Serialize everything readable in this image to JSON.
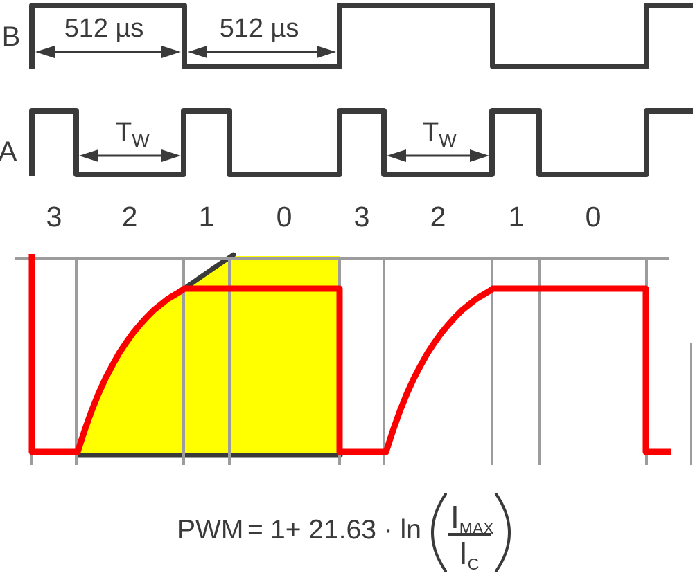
{
  "colors": {
    "trace": "#3a3a3a",
    "grid": "#9c9c9c",
    "curve_red": "#fb0000",
    "area_yellow": "#ffff00"
  },
  "signal_b": {
    "label": "B",
    "period_labels": [
      "512 µs",
      "512 µs"
    ]
  },
  "signal_a": {
    "label": "A",
    "pulse_width_labels": [
      {
        "base": "T",
        "sub": "W"
      },
      {
        "base": "T",
        "sub": "W"
      }
    ]
  },
  "pwm_counter": {
    "values": [
      "3",
      "2",
      "1",
      "0",
      "3",
      "2",
      "1",
      "0"
    ]
  },
  "formula": {
    "lhs": "PWM",
    "equals": "=",
    "rhs_prefix": "1+ 21.63 · ln",
    "numerator": {
      "base": "I",
      "sub": "MAX"
    },
    "denominator": {
      "base": "I",
      "sub": "C"
    }
  }
}
